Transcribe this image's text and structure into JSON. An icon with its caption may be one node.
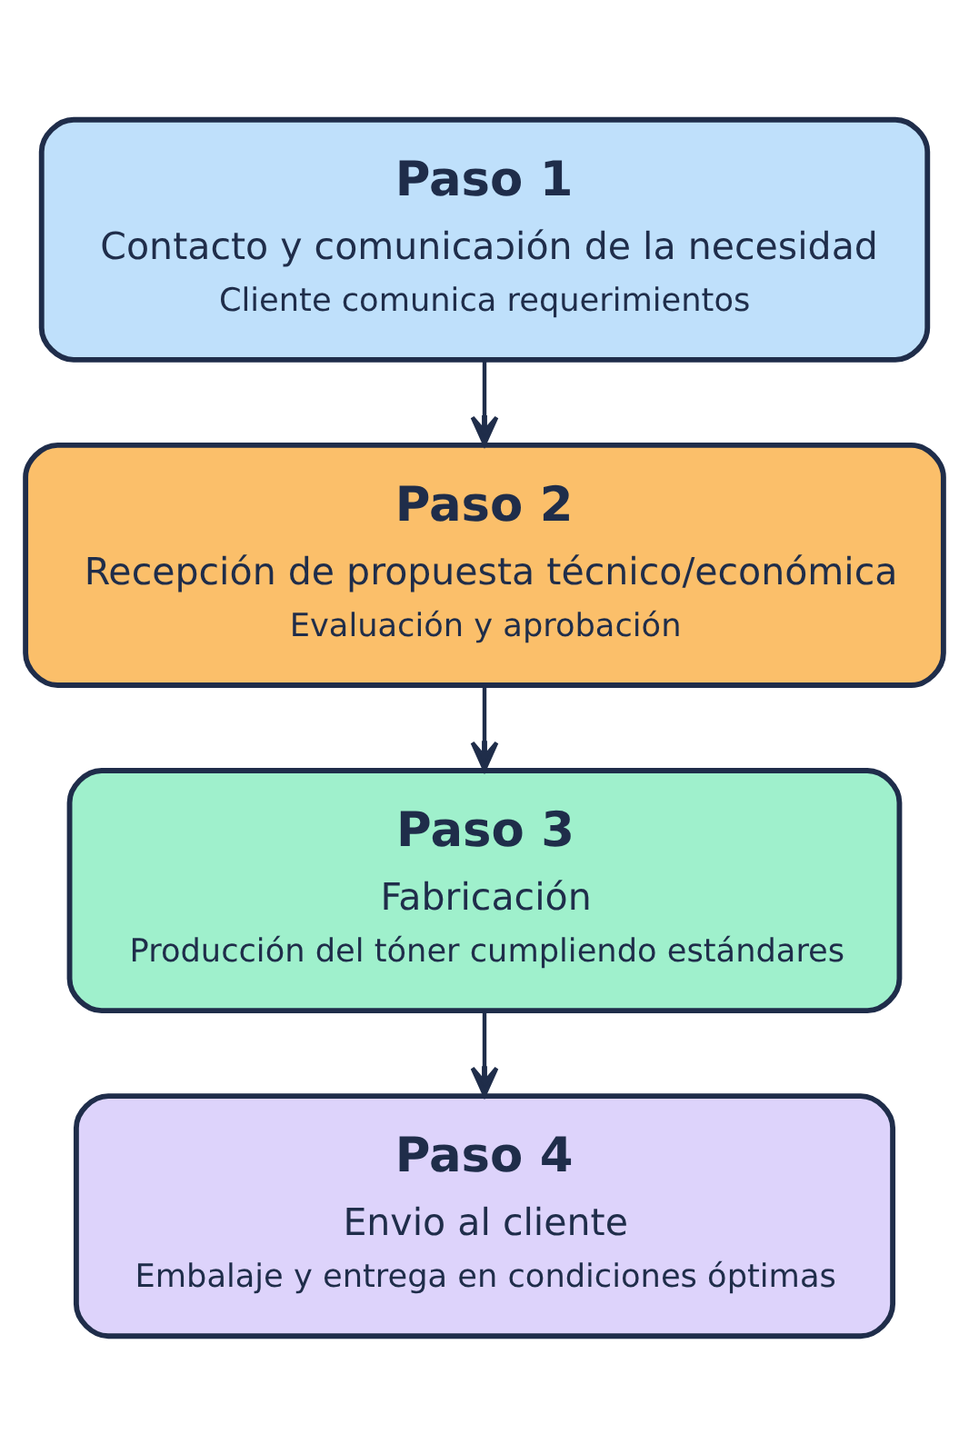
{
  "diagram": {
    "nodes": [
      {
        "text": [
          "Paso 1",
          "Contacto y comunicaɔión de la necesidad",
          "Cliente comunica requerimientos"
        ]
      },
      {
        "text": [
          "Paso 2",
          "Recepción de propuesta técnico/económica",
          "Evaluación y aprobación"
        ]
      },
      {
        "text": [
          "Paso 3",
          "Fabricación",
          "Producción del tóner cumpliendo estándares"
        ]
      },
      {
        "text": [
          "Paso 4",
          "Envio al cliente",
          "Embalaje y entrega en condiciones óptimas"
        ]
      }
    ],
    "edges": [
      {
        "from": 0,
        "to": 1,
        "arrow": "to"
      },
      {
        "from": 1,
        "to": 2,
        "arrow": "to"
      },
      {
        "from": 2,
        "to": 3,
        "arrow": "to"
      }
    ]
  }
}
